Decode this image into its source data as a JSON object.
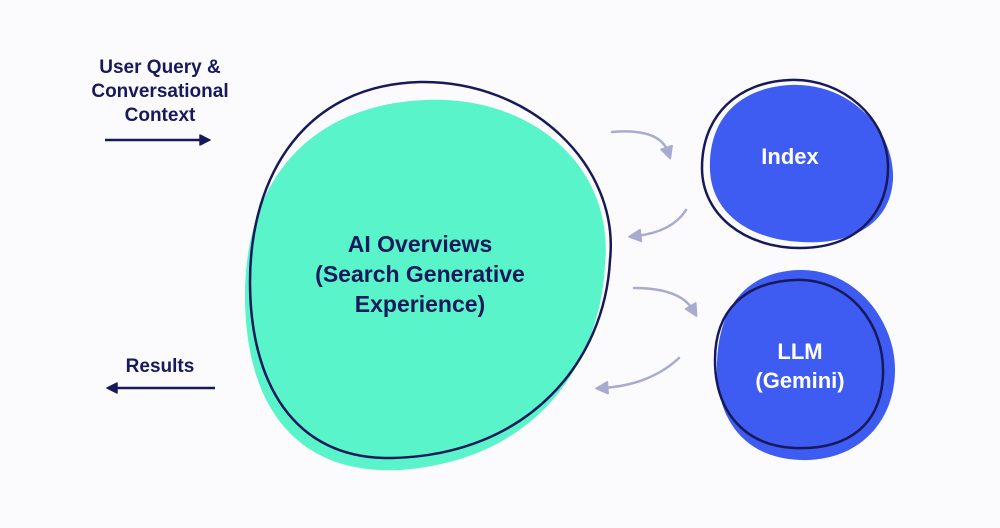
{
  "input": {
    "line1": "User Query &",
    "line2": "Conversational",
    "line3": "Context"
  },
  "output": {
    "label": "Results"
  },
  "center": {
    "line1": "AI Overviews",
    "line2": "(Search Generative",
    "line3": "Experience)"
  },
  "nodes": {
    "index": {
      "label": "Index"
    },
    "llm": {
      "line1": "LLM",
      "line2": "(Gemini)"
    }
  },
  "colors": {
    "center_fill": "#59f4c9",
    "node_fill": "#3e5cf1",
    "outline": "#17195a",
    "text": "#17195a",
    "connector": "#a7abcf"
  }
}
